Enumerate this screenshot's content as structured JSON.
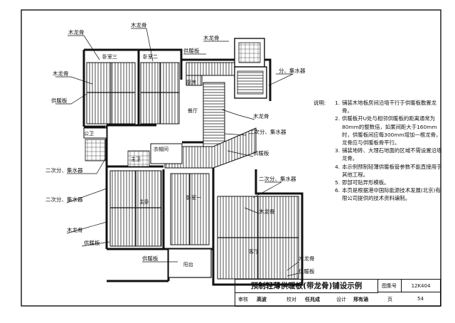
{
  "drawing": {
    "title": "预制轻薄供暖板(带龙骨)铺设示例",
    "atlas_label": "图集号",
    "atlas_no": "12K404",
    "page_label": "页",
    "page_no": "54",
    "review_row": {
      "review": "审核",
      "review_name": "高波",
      "check": "校对",
      "check_name": "任兆成",
      "design": "设计",
      "design_name": "邢有涵"
    }
  },
  "rooms": {
    "bedroom3": "卧室三",
    "bedroom2": "卧室二",
    "kitchen": "厨房",
    "dining": "餐厅",
    "public_bath": "公卫",
    "master_bath": "主卫",
    "closet": "衣帽间",
    "master_bedroom": "主卧",
    "bedroom1": "卧室一",
    "living": "客厅",
    "balcony": "阳台"
  },
  "callouts": {
    "wood_keel": "木龙骨",
    "heating_board": "供暖板",
    "manifold": "分、集水器",
    "secondary_manifold": "二次分、集水器"
  },
  "notes": {
    "heading": "说明:",
    "items": [
      {
        "num": "1.",
        "text": "铺装木地板房间沿墙干行于供暖板敷置龙骨。"
      },
      {
        "num": "2.",
        "text": "供暖板开U处与相邻供暖板的距离通常为80mm的整数倍，如果间距大于160mm时，供暖板间应每300mm增加一根龙骨，龙骨应与供暖板骨平行。"
      },
      {
        "num": "3.",
        "text": "铺装地砖、大理石地面的区域不需设置沿墙龙骨。"
      },
      {
        "num": "4.",
        "text": "本示例预制轻薄供暖板管参数不能直接用于其他工程。"
      },
      {
        "num": "5.",
        "text": "即部可贴异形模板。"
      },
      {
        "num": "6.",
        "text": "本页是根据港中国际能源技术发展(北京)有限公司提供的技术资料编制。"
      }
    ]
  }
}
